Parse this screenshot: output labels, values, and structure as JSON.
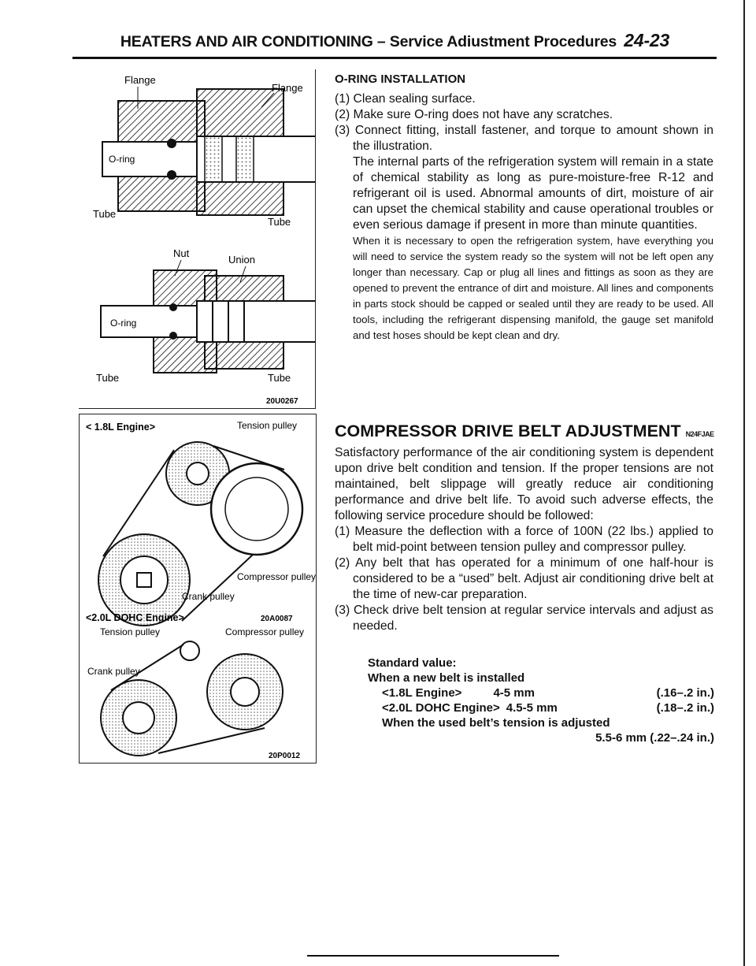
{
  "header": {
    "title": "HEATERS AND AIR CONDITIONING – Service Adiustment Procedures",
    "page": "24-23"
  },
  "figure1": {
    "top_labels": [
      "Flange",
      "Flange"
    ],
    "top_oring": "O-ring",
    "top_tube_left": "Tube",
    "top_tube_right": "Tube",
    "nut": "Nut",
    "union": "Union",
    "bottom_oring": "O-ring",
    "bottom_tube_left": "Tube",
    "bottom_tube_right": "Tube",
    "id": "20U0267"
  },
  "figure2": {
    "engine18": "< 1.8L Engine>",
    "tension_pulley": "Tension pulley",
    "compressor_pulley": "Compressor pulley",
    "crank_pulley": "Crank pulley",
    "id_a": "20A0087",
    "engine20": "<2.0L DOHC Engine>",
    "tension_pulley_2": "Tension pulley",
    "compressor_pulley_2": "Compressor pulley",
    "crank_pulley_2": "Crank pulley",
    "id_b": "20P0012"
  },
  "oring": {
    "heading": "O-RING INSTALLATION",
    "step1": "(1) Clean sealing surface.",
    "step2": "(2) Make sure O-ring does not have any scratches.",
    "step3": "(3) Connect fitting, install fastener, and torque to amount shown in the illustration.",
    "para1": "The internal parts of the refrigeration system will remain in a state of chemical stability as long as pure-moisture-free R-12 and refrigerant oil is used. Abnormal amounts of dirt, moisture of air can upset the chemical stability and cause operational troubles or even serious damage if present in more than minute quantities.",
    "para2": "When it is necessary to open the refrigeration system, have everything you will need to service the system ready so the system will not be left open any longer than necessary. Cap or plug all lines and fittings as soon as they are opened to prevent the entrance of dirt and moisture. All lines and components in parts stock should be capped or sealed until they are ready to be used. All tools, including the refrigerant dispensing manifold, the gauge set manifold and test hoses should be kept clean and dry."
  },
  "belt": {
    "heading": "COMPRESSOR DRIVE BELT ADJUSTMENT",
    "code": "N24FJAE",
    "intro": "Satisfactory performance of the air conditioning system is dependent upon drive belt condition and tension. If the proper tensions are not maintained, belt slippage will greatly reduce air conditioning performance and drive belt life. To avoid such adverse effects, the following service procedure should be followed:",
    "step1": "(1) Measure the deflection with a force of 100N (22 lbs.) applied to belt mid-point between tension pulley and compressor pulley.",
    "step2": "(2) Any belt that has operated for a minimum of one half-hour is considered to be a “used” belt. Adjust air conditioning drive belt at the time of new-car preparation.",
    "step3": "(3) Check drive belt tension at regular service intervals and adjust as needed.",
    "standard_label": "Standard value:",
    "new_label": "When a new belt is installed",
    "new_18_label": "<1.8L Engine>",
    "new_18_value": "4-5 mm",
    "new_18_inch": "(.16–.2 in.)",
    "new_20_label": "<2.0L DOHC Engine>",
    "new_20_value": "4.5-5 mm",
    "new_20_inch": "(.18–.2 in.)",
    "used_label": "When the used belt’s tension is adjusted",
    "used_value": "5.5-6 mm (.22–.24 in.)"
  }
}
